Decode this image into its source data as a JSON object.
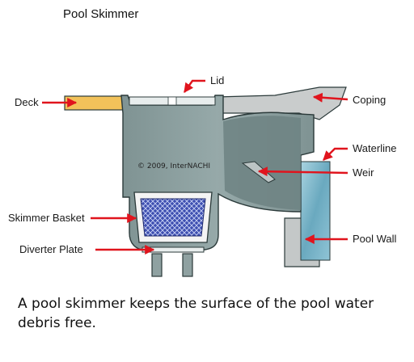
{
  "title": "Pool Skimmer",
  "copyright": "© 2009, InterNACHI",
  "labels": {
    "deck": "Deck",
    "lid": "Lid",
    "coping": "Coping",
    "waterline": "Waterline",
    "weir": "Weir",
    "skimmer_basket": "Skimmer Basket",
    "diverter_plate": "Diverter Plate",
    "pool_wall": "Pool Wall"
  },
  "caption": "A pool skimmer keeps the surface of the pool water debris free.",
  "colors": {
    "body": "#8fa1a1",
    "body_dark": "#5f7373",
    "outline": "#2b3a3a",
    "deck": "#f2c25a",
    "coping": "#c9cccc",
    "water": "#7ab4c9",
    "basket": "#3d4fb0",
    "arrow": "#e0141d"
  }
}
